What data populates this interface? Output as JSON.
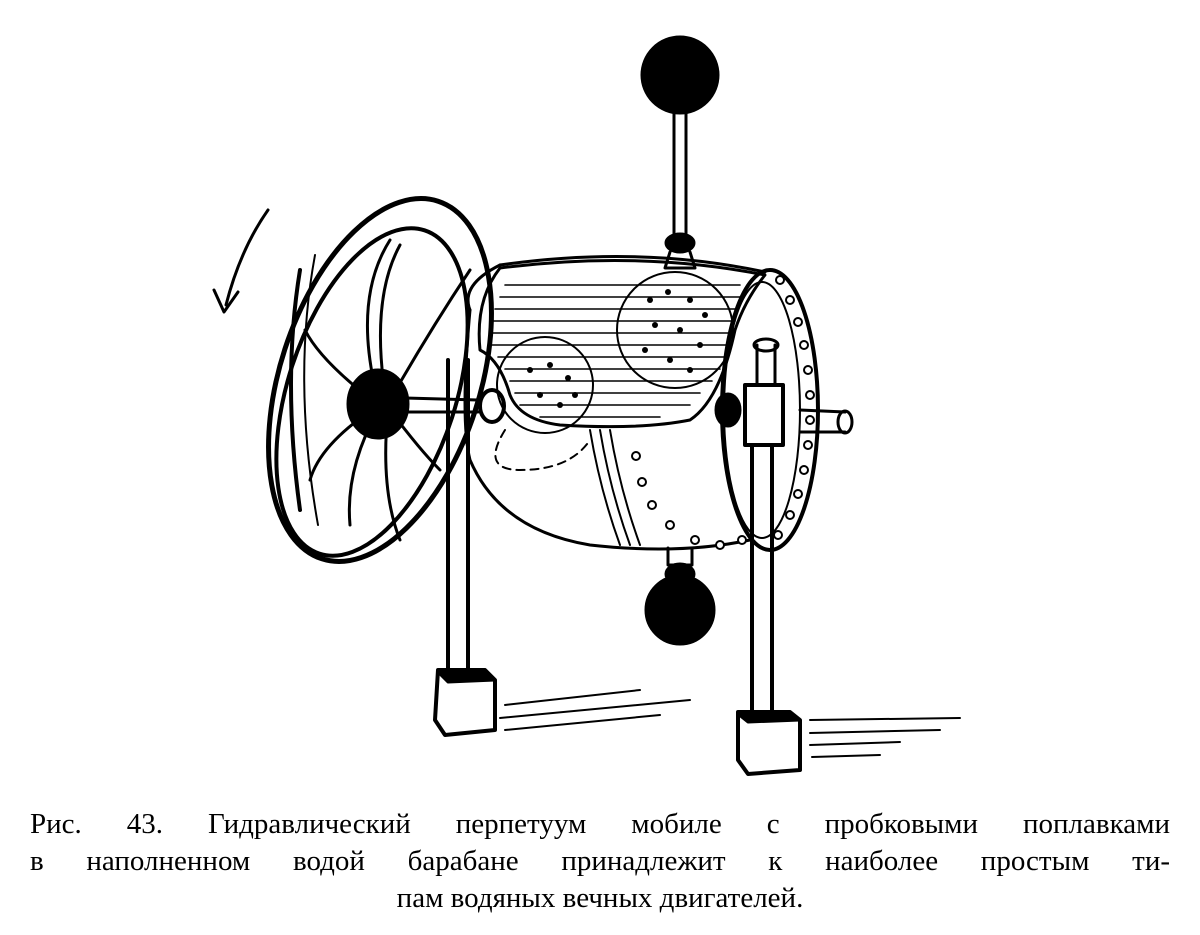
{
  "figure": {
    "colors": {
      "ink": "#000000",
      "paper": "#ffffff"
    }
  },
  "caption": {
    "lines": [
      "Рис. 43. Гидравлический перпетуум мобиле с пробковыми поплавками",
      "в наполненном водой барабане принадлежит к наиболее простым ти-",
      "пам водяных вечных двигателей."
    ]
  }
}
